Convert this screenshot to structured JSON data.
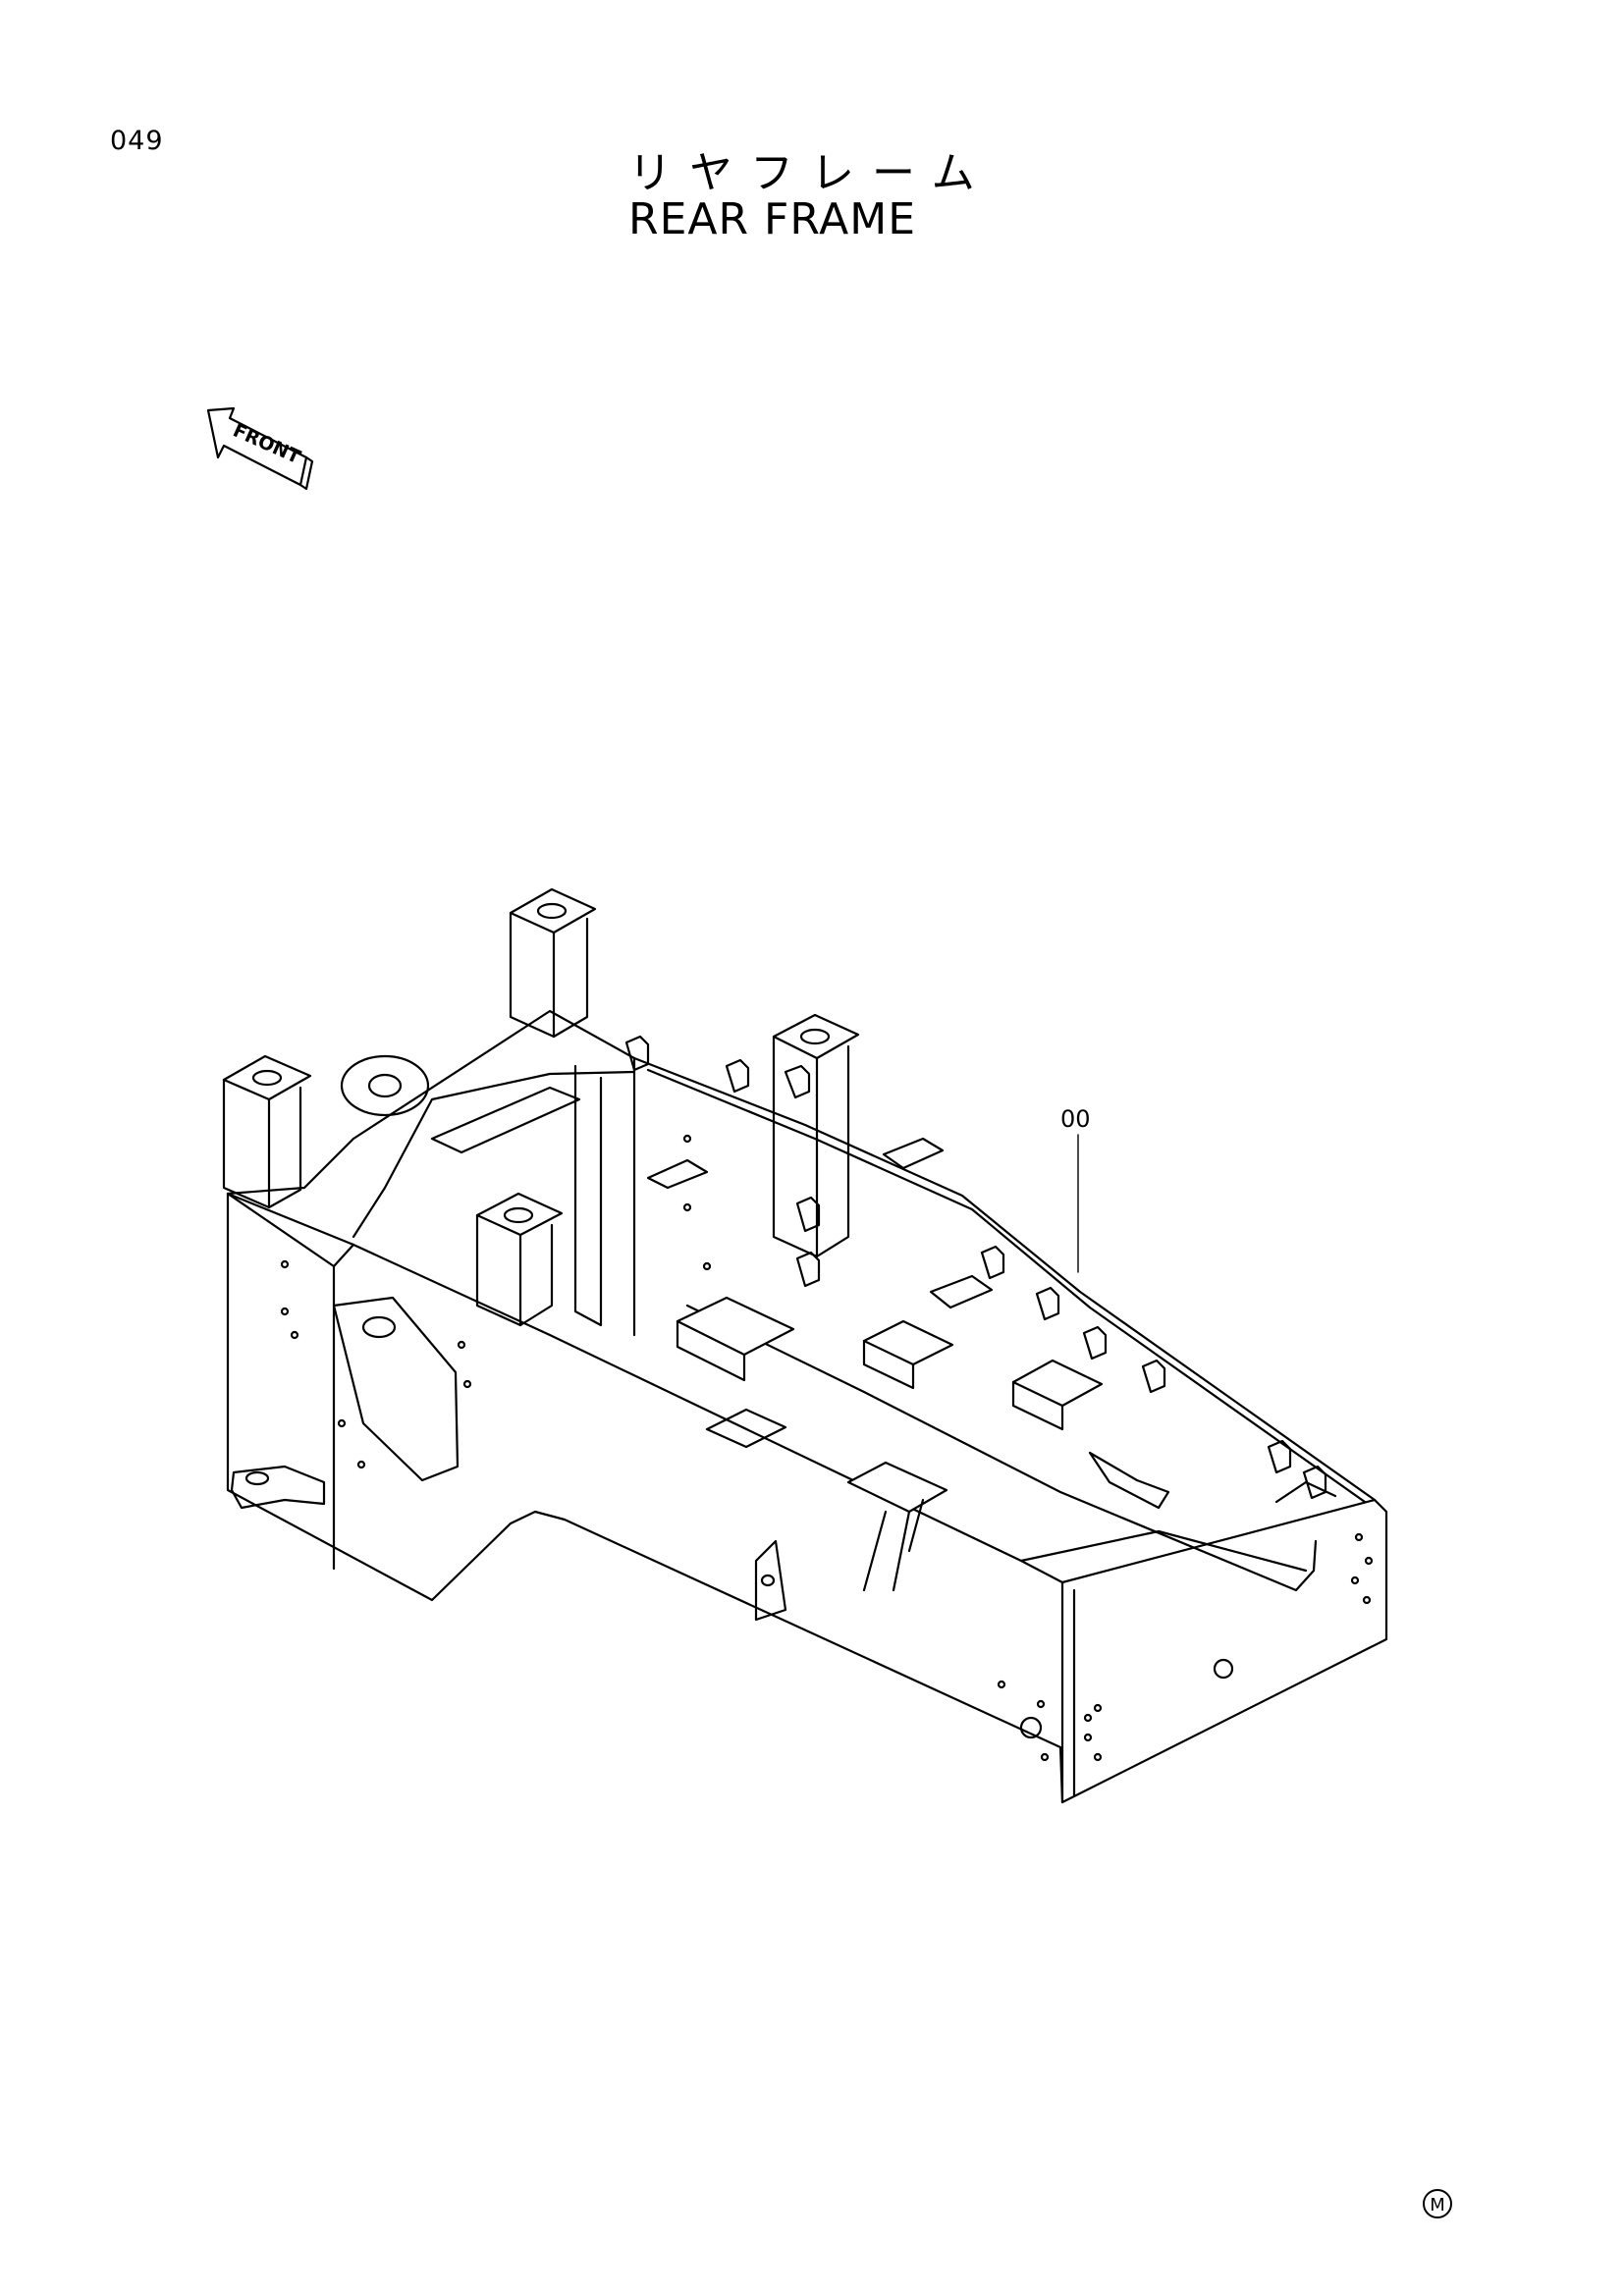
{
  "page_number": "049",
  "title_jp": "リヤフレーム",
  "title_en": "REAR FRAME",
  "front_label": "FRONT",
  "callout_label": "00",
  "corner_mark": "M"
}
